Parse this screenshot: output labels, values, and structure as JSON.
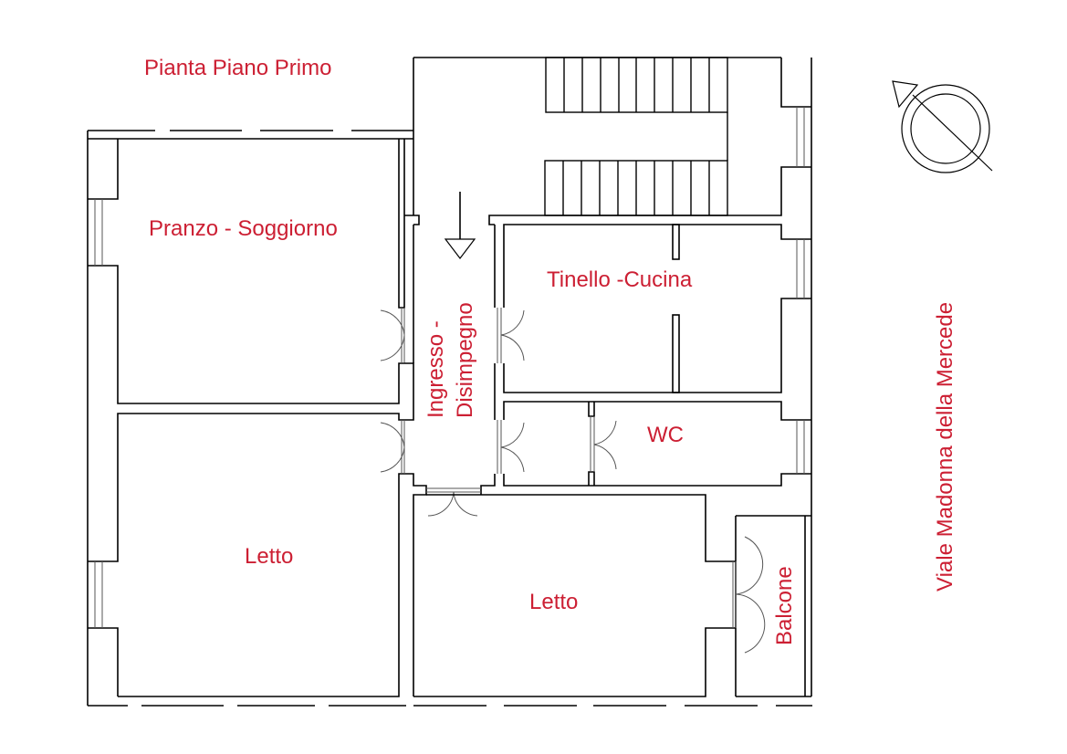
{
  "title": "Pianta Piano Primo",
  "street": "Viale Madonna della Mercede",
  "rooms": [
    {
      "id": "pranzo-soggiorno",
      "label": "Pranzo - Soggiorno"
    },
    {
      "id": "ingresso",
      "label_line1": "Ingresso -",
      "label_line2": "Disimpegno"
    },
    {
      "id": "tinello-cucina",
      "label": "Tinello -Cucina"
    },
    {
      "id": "wc",
      "label": "WC"
    },
    {
      "id": "letto-1",
      "label": "Letto"
    },
    {
      "id": "letto-2",
      "label": "Letto"
    },
    {
      "id": "balcone",
      "label": "Balcone"
    }
  ],
  "symbols": {
    "north": "north-arrow-icon",
    "entrance": "entrance-arrow-icon"
  },
  "colors": {
    "label": "#cc1f33",
    "wall": "#000000",
    "window": "#555555"
  }
}
